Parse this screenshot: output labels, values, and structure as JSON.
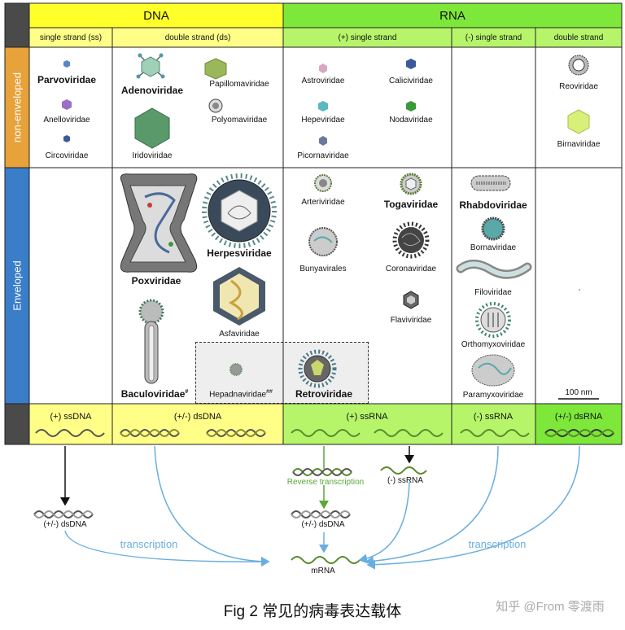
{
  "header": {
    "dna": "DNA",
    "rna": "RNA",
    "single_strand_ss": "single strand (ss)",
    "double_strand_ds": "double strand (ds)",
    "plus_single_strand": "(+) single strand",
    "minus_single_strand": "(-) single strand",
    "double_strand": "double strand"
  },
  "rows": {
    "non_enveloped": "non-enveloped",
    "enveloped": "Enveloped"
  },
  "families": {
    "parvoviridae": "Parvoviridae",
    "anelloviridae": "Anelloviridae",
    "circoviridae": "Circoviridae",
    "adenoviridae": "Adenoviridae",
    "papillomaviridae": "Papillomaviridae",
    "polyomaviridae": "Polyomaviridae",
    "iridoviridae": "Iridoviridae",
    "astroviridae": "Astroviridae",
    "caliciviridae": "Caliciviridae",
    "hepeviridae": "Hepeviridae",
    "nodaviridae": "Nodaviridae",
    "picornaviridae": "Picornaviridae",
    "reoviridae": "Reoviridae",
    "birnaviridae": "Birnaviridae",
    "poxviridae": "Poxviridae",
    "herpesviridae": "Herpesviridae",
    "asfaviridae": "Asfaviridae",
    "baculoviridae": "Baculoviridae",
    "baculo_mark": "#",
    "hepadnaviridae": "Hepadnaviridae",
    "hepadna_mark": "##",
    "arteriviridae": "Arteriviridae",
    "togaviridae": "Togaviridae",
    "bunyavirales": "Bunyavirales",
    "coronaviridae": "Coronaviridae",
    "flaviviridae": "Flaviviridae",
    "retroviridae": "Retroviridae",
    "rhabdoviridae": "Rhabdoviridae",
    "bornaviridae": "Bornaviridae",
    "filoviridae": "Filoviridae",
    "orthomyxoviridae": "Orthomyxoviridae",
    "paramyxoviridae": "Paramyxoviridae",
    "scale": "100 nm"
  },
  "genome": {
    "plus_ssdna": "(+) ssDNA",
    "pm_dsdna": "(+/-) dsDNA",
    "plus_ssrna": "(+) ssRNA",
    "minus_ssrna": "(-) ssRNA",
    "pm_dsrna": "(+/-) dsRNA"
  },
  "flow": {
    "reverse_transcription": "Reverse transcription",
    "minus_ssrna": "(-) ssRNA",
    "pm_dsdna_left": "(+/-) dsDNA",
    "pm_dsdna_center": "(+/-) dsDNA",
    "transcription_left": "transcription",
    "transcription_right": "transcription",
    "mrna": "mRNA"
  },
  "caption": "Fig 2 常见的病毒表达载体",
  "watermark": "知乎 @From 零渡雨",
  "colors": {
    "dna_header": "#ffff2a",
    "dna_sub": "#ffff88",
    "rna_header": "#7ee83a",
    "rna_sub": "#b6f56a",
    "dark_cell": "#4a4a4a",
    "non_enveloped": "#e8a23a",
    "enveloped": "#3a7dc8",
    "arrow_blue": "#6aaee0",
    "arrow_green": "#5aa83a"
  }
}
